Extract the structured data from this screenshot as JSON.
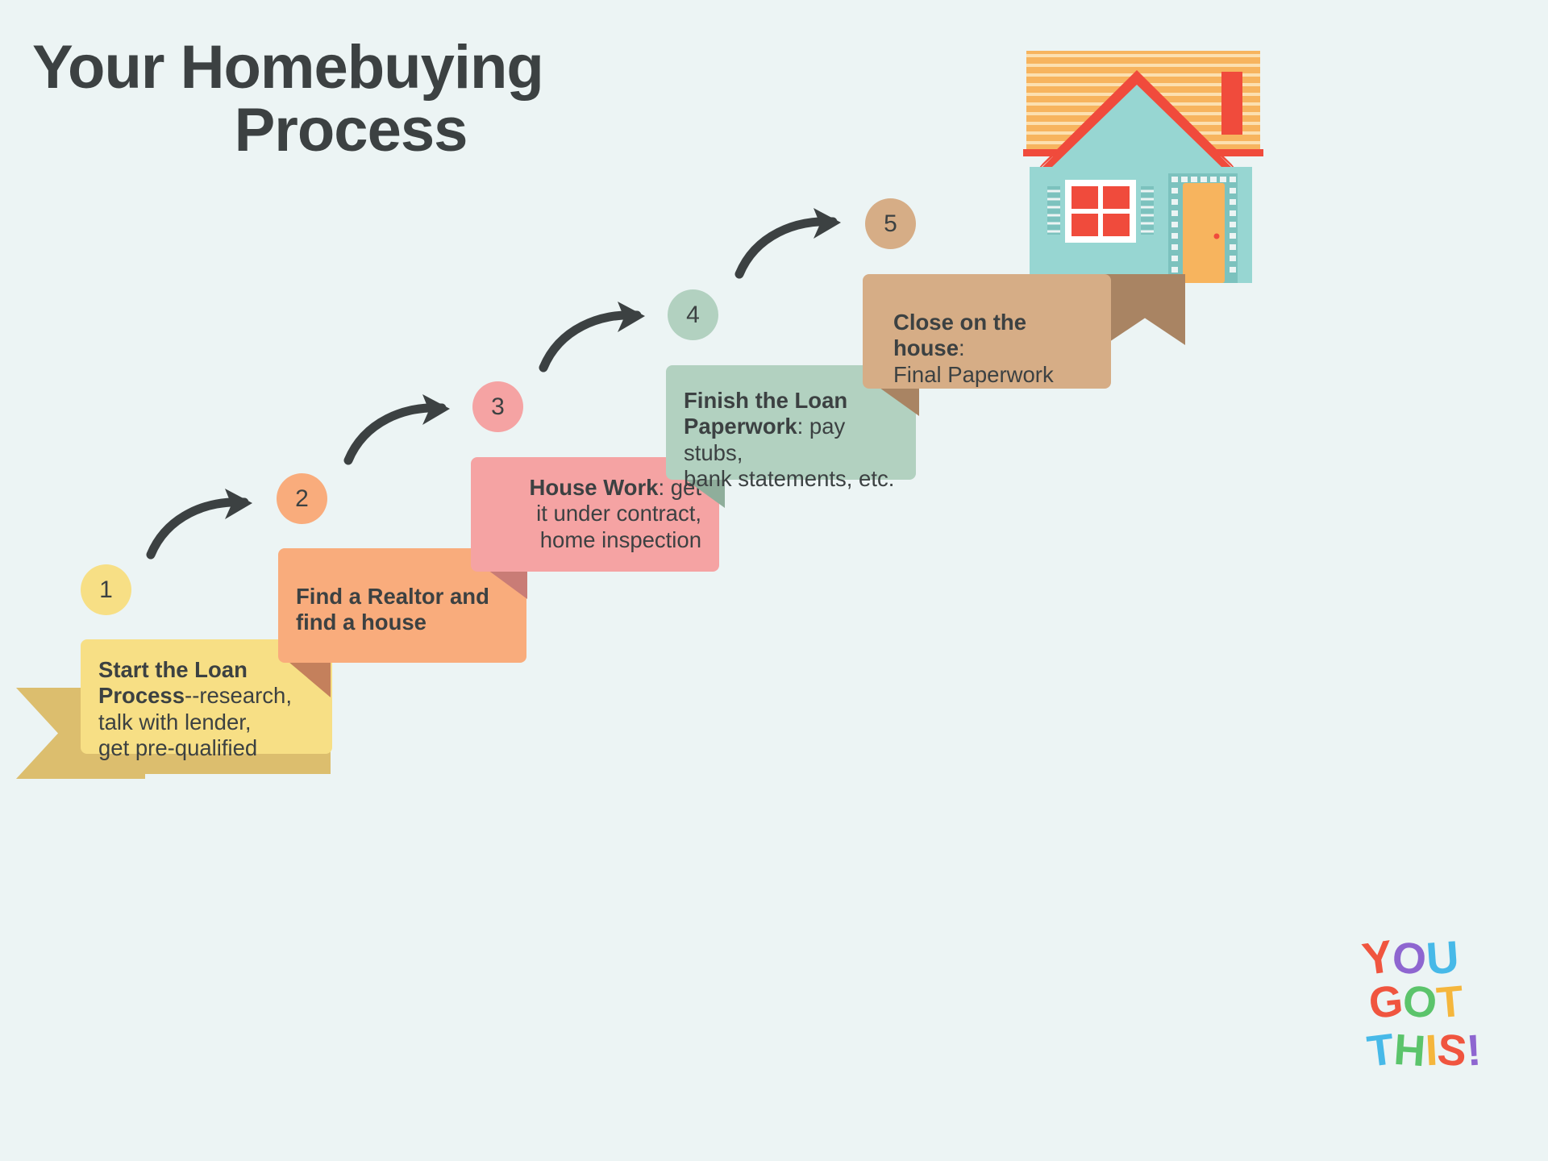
{
  "title": {
    "line1": "Your Homebuying",
    "line2": "Process"
  },
  "colors": {
    "background": "#ECF4F4",
    "text": "#3C4142",
    "step1": "#F7DF85",
    "step1_shadow": "#DCBE6E",
    "step2": "#F9AC7C",
    "step2_shadow": "#C4805C",
    "step3": "#F5A3A3",
    "step3_shadow": "#C97C76",
    "step4": "#B2D1C0",
    "step4_shadow": "#8FAE9B",
    "step5": "#D6AD86",
    "step5_shadow": "#A98463",
    "arrow": "#3C4142",
    "house_wall": "#97D6D2",
    "house_roof": "#F04B3C",
    "house_door": "#F7B45E",
    "house_window": "#F04B3C"
  },
  "steps": [
    {
      "number": "1",
      "circle_color": "#F7DF85",
      "banner_color": "#F7DF85",
      "bold": "Start the Loan Process",
      "rest": "--research,\ntalk with lender,\nget pre-qualified",
      "align": "left"
    },
    {
      "number": "2",
      "circle_color": "#F9AC7C",
      "banner_color": "#F9AC7C",
      "bold": "Find a Realtor and find a house",
      "rest": "",
      "align": "left"
    },
    {
      "number": "3",
      "circle_color": "#F5A3A3",
      "banner_color": "#F5A3A3",
      "bold": "House Work",
      "rest": ": get\nit under contract,\nhome inspection",
      "align": "right"
    },
    {
      "number": "4",
      "circle_color": "#B2D1C0",
      "banner_color": "#B2D1C0",
      "bold": "Finish the Loan Paperwork",
      "rest": ": pay stubs,\nbank statements, etc.",
      "align": "left"
    },
    {
      "number": "5",
      "circle_color": "#D6AD86",
      "banner_color": "#D6AD86",
      "bold": "Close on the house",
      "rest": ":\nFinal Paperwork",
      "align": "left"
    }
  ],
  "logo": {
    "line1": "YOU",
    "line2": "GOT",
    "line3": "THIS!",
    "letters": [
      {
        "char": "Y",
        "color": "#F0553F"
      },
      {
        "char": "O",
        "color": "#8E66D0"
      },
      {
        "char": "U",
        "color": "#47B9E8"
      },
      {
        "char": "G",
        "color": "#F0553F"
      },
      {
        "char": "O",
        "color": "#5BC46B"
      },
      {
        "char": "T",
        "color": "#F5B63C"
      },
      {
        "char": "T",
        "color": "#47B9E8"
      },
      {
        "char": "H",
        "color": "#5BC46B"
      },
      {
        "char": "I",
        "color": "#F5B63C"
      },
      {
        "char": "S",
        "color": "#F0553F"
      },
      {
        "char": "!",
        "color": "#8E66D0"
      }
    ]
  },
  "house": {
    "label": "house-illustration"
  }
}
